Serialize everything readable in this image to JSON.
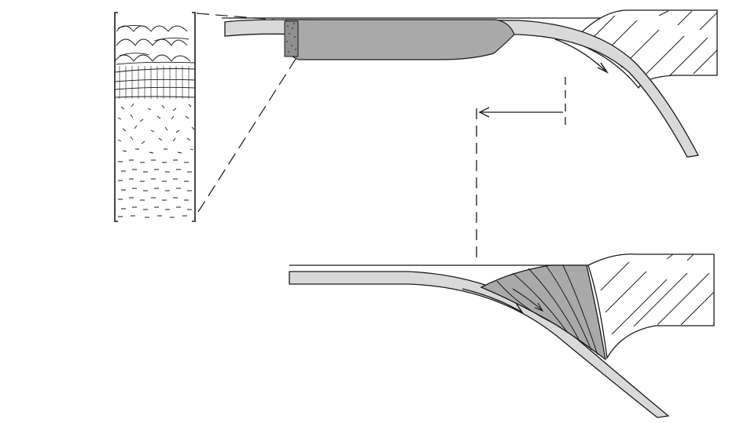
{
  "figure": {
    "labels": [],
    "colors": {
      "background": "#ffffff",
      "line": "#1a1a1a",
      "fill_dark": "#a9a9a9",
      "fill_light": "#d9d9d9",
      "hatch": "#222222"
    },
    "panels": [
      {
        "name": "stratigraphic-column"
      },
      {
        "name": "subduction-before-accretion"
      },
      {
        "name": "subduction-after-accretion"
      }
    ]
  }
}
